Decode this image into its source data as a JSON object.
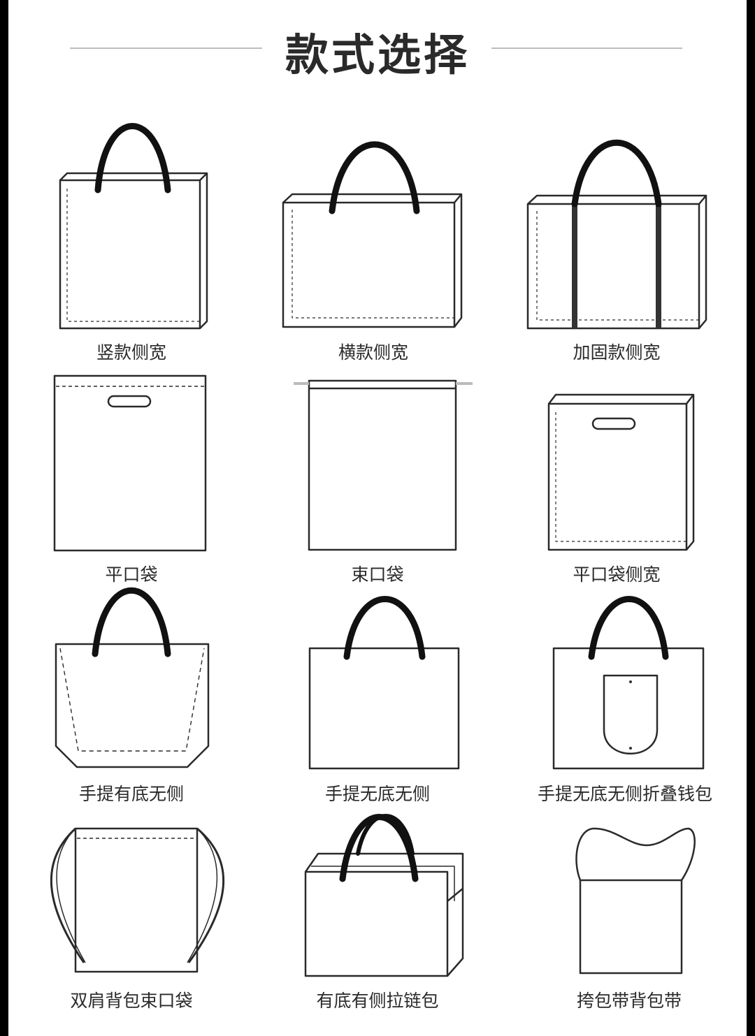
{
  "title": "款式选择",
  "styles": [
    {
      "label": "竖款侧宽"
    },
    {
      "label": "横款侧宽"
    },
    {
      "label": "加固款侧宽"
    },
    {
      "label": "平口袋"
    },
    {
      "label": "束口袋"
    },
    {
      "label": "平口袋侧宽"
    },
    {
      "label": "手提有底无侧"
    },
    {
      "label": "手提无底无侧"
    },
    {
      "label": "手提无底无侧折叠钱包"
    },
    {
      "label": "双肩背包束口袋"
    },
    {
      "label": "有底有侧拉链包"
    },
    {
      "label": "挎包带背包带"
    }
  ],
  "colors": {
    "outline": "#2a2a2a",
    "handle": "#111111",
    "rule": "#bdbdbd"
  }
}
